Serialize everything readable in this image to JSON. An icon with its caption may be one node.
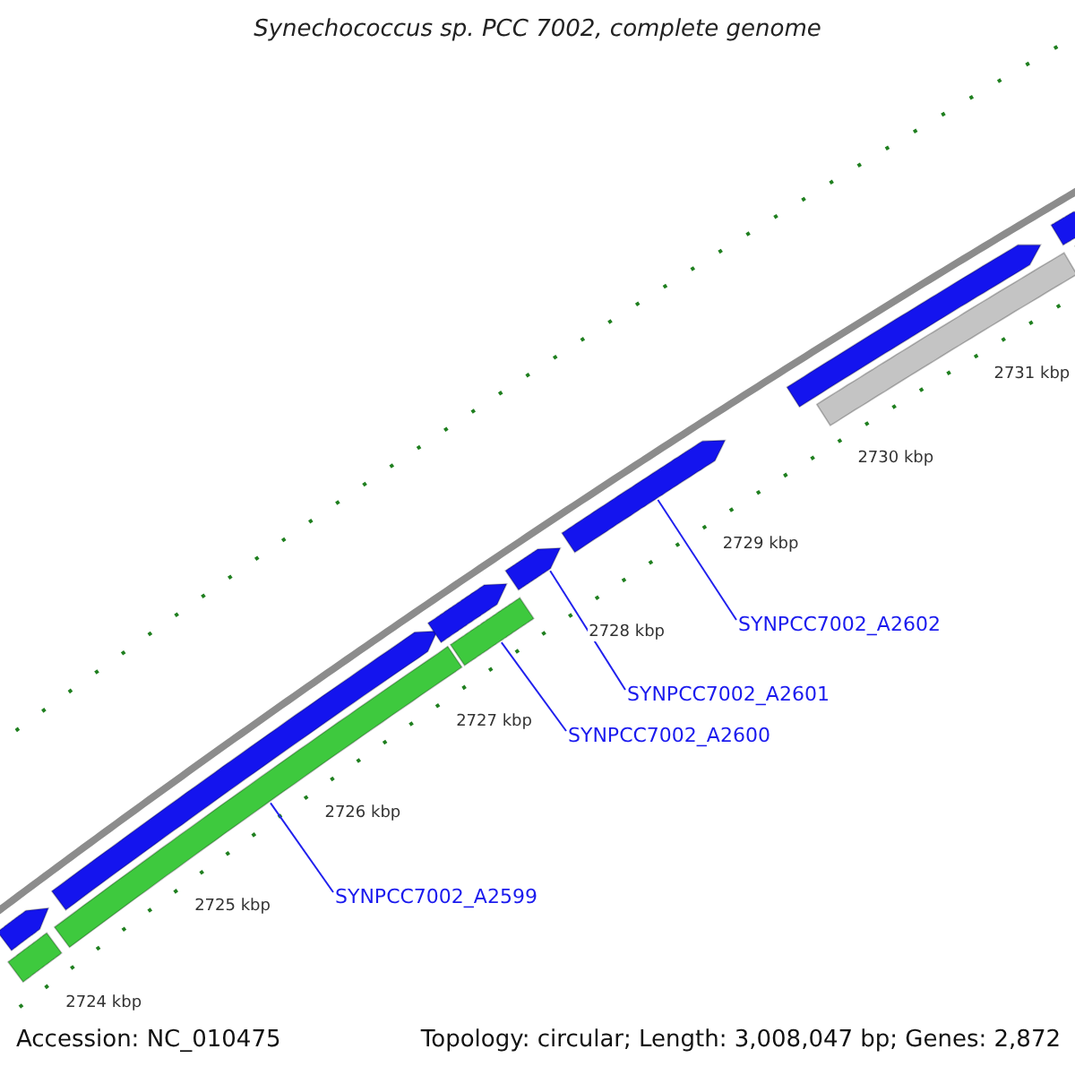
{
  "diagram": {
    "title": "Synechococcus sp. PCC 7002, complete genome",
    "nodes": [
      {
        "text": [
          "SYNPCC7002_A2599"
        ]
      },
      {
        "text": [
          "SYNPCC7002_A2600"
        ]
      },
      {
        "text": [
          "SYNPCC7002_A2601"
        ]
      },
      {
        "text": [
          "SYNPCC7002_A2602"
        ]
      },
      {
        "text": [],
        "shape": "arrow"
      },
      {
        "text": [],
        "shape": "bar"
      },
      {
        "text": [],
        "shape": "arrow"
      },
      {
        "text": [],
        "shape": "bar"
      },
      {
        "text": [],
        "shape": "arrow"
      },
      {
        "text": [],
        "shape": "bar"
      },
      {
        "text": [],
        "shape": "arrow"
      },
      {
        "text": [],
        "shape": "arrow"
      },
      {
        "text": [],
        "shape": "arrow"
      },
      {
        "text": [],
        "shape": "bar"
      },
      {
        "text": [],
        "shape": "arrow"
      },
      {
        "text": [],
        "shape": "bar"
      }
    ],
    "edges": [
      {
        "from": 0,
        "to": 7,
        "arrow": "none"
      },
      {
        "from": 1,
        "to": 9,
        "arrow": "none"
      },
      {
        "from": 2,
        "to": 10,
        "arrow": "none"
      },
      {
        "from": 3,
        "to": 11,
        "arrow": "none"
      }
    ],
    "labels": [
      "2724 kbp",
      "2725 kbp",
      "2726 kbp",
      "2727 kbp",
      "2728 kbp",
      "2729 kbp",
      "2730 kbp",
      "2731 kbp",
      "Accession: NC_010475",
      "Topology: circular; Length: 3,008,047 bp; Genes: 2,872"
    ]
  }
}
